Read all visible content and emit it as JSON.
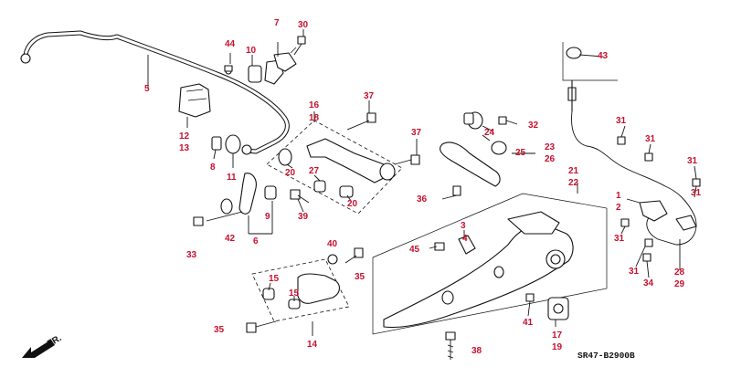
{
  "diagram_code": "SR47-B2900B",
  "direction_label": "FR.",
  "callouts": {
    "c1": "1",
    "c2": "2",
    "c3": "3",
    "c4": "4",
    "c5": "5",
    "c6": "6",
    "c7": "7",
    "c8": "8",
    "c9": "9",
    "c10": "10",
    "c11": "11",
    "c12": "12",
    "c13": "13",
    "c14": "14",
    "c15a": "15",
    "c15b": "15",
    "c16": "16",
    "c17": "17",
    "c18": "18",
    "c19": "19",
    "c20a": "20",
    "c20b": "20",
    "c21": "21",
    "c22": "22",
    "c23": "23",
    "c24": "24",
    "c25": "25",
    "c26": "26",
    "c27": "27",
    "c28": "28",
    "c29": "29",
    "c30": "30",
    "c31a": "31",
    "c31b": "31",
    "c31c": "31",
    "c31d": "31",
    "c31e": "31",
    "c31f": "31",
    "c32": "32",
    "c33": "33",
    "c34": "34",
    "c35a": "35",
    "c35b": "35",
    "c36": "36",
    "c37a": "37",
    "c37b": "37",
    "c38": "38",
    "c39": "39",
    "c40": "40",
    "c41": "41",
    "c42": "42",
    "c43": "43",
    "c44": "44",
    "c45": "45"
  }
}
